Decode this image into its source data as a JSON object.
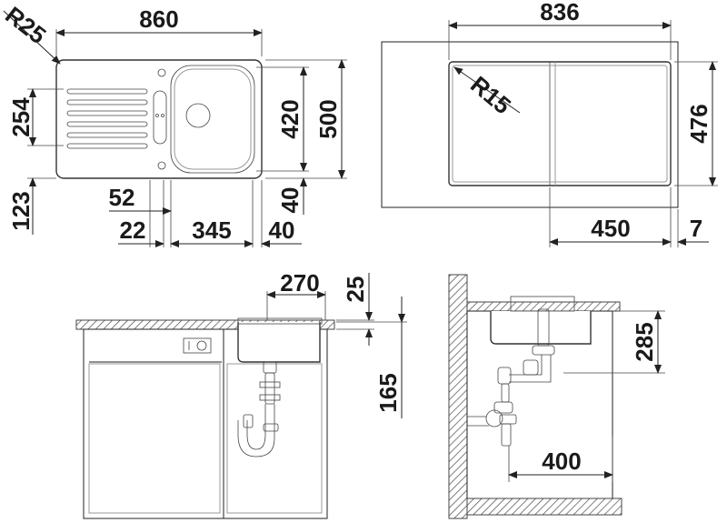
{
  "top_view": {
    "overall_width": "860",
    "corner_radius": "R25",
    "depth": "500",
    "bowl_depth": "420",
    "drainer_span": "254",
    "drainer_offset": "123",
    "bowl_offset": "52",
    "rim_left": "22",
    "bowl_width": "345",
    "rim_right": "40",
    "rim_right_vertical": "40"
  },
  "cutout_view": {
    "width": "836",
    "corner_radius": "R15",
    "depth": "476",
    "bowl_cutout": "450",
    "margin": "7"
  },
  "front_view": {
    "bowl_width": "270",
    "rim_height": "25",
    "trap_height": "165"
  },
  "side_view": {
    "bowl_depth": "285",
    "drain_offset": "400"
  }
}
